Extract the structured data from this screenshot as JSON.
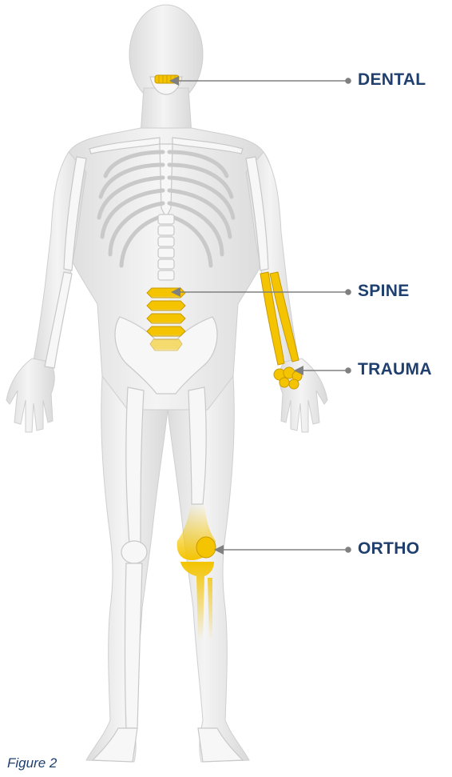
{
  "colors": {
    "label": "#1f3f6e",
    "leader_line": "#808080",
    "body": "#ededed",
    "bone": "#f6f6f6",
    "highlight": "#f4c400",
    "caption": "#1f3f6e"
  },
  "callouts": {
    "dental": "DENTAL",
    "spine": "SPINE",
    "trauma": "TRAUMA",
    "ortho": "ORTHO"
  },
  "caption": "Figure 2"
}
